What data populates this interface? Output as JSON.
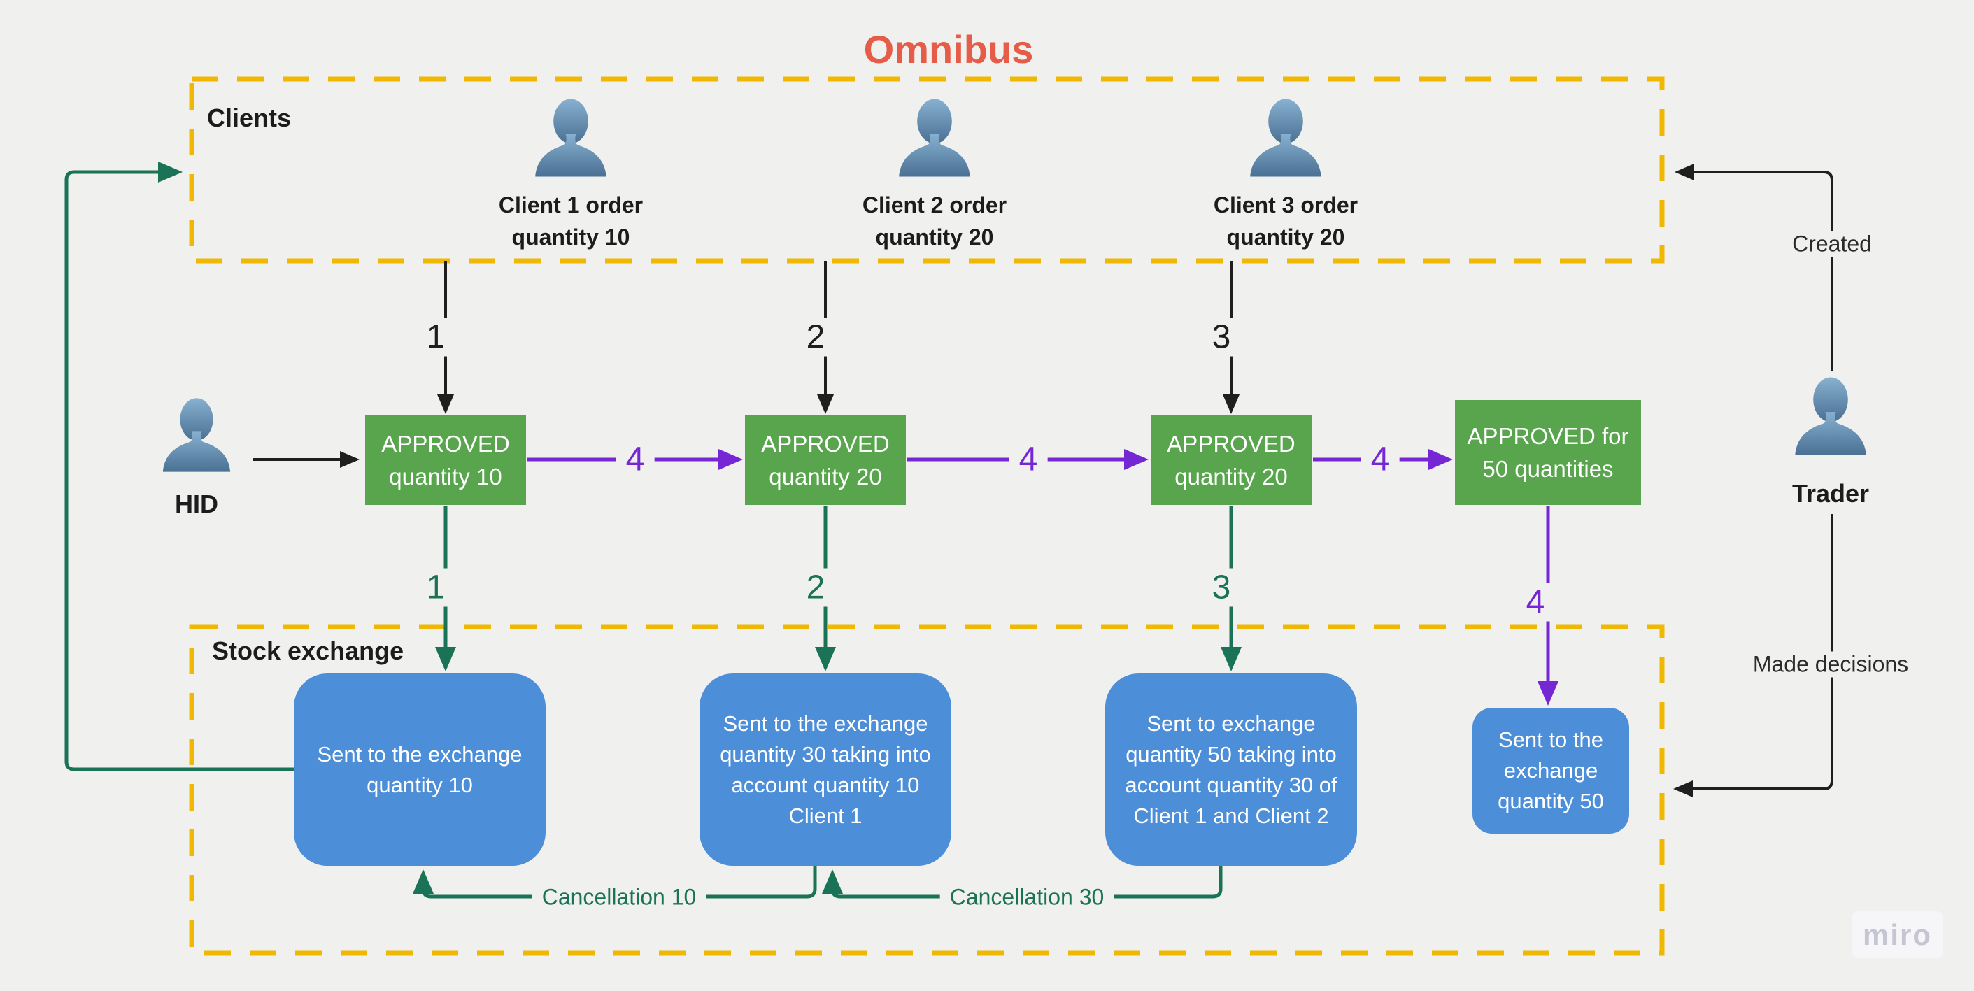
{
  "title": "Omnibus",
  "watermark": "miro",
  "colors": {
    "background": "#f0f0ef",
    "group_border_gold": "#f0b800",
    "approved_green": "#58a54e",
    "exchange_blue": "#4d8ed8",
    "flow_teal": "#1a7257",
    "flow_purple": "#7527d3",
    "flow_black": "#1f1f1f",
    "title_red": "#e55c49",
    "person_top": "#88b0d0",
    "person_bottom": "#4a7193"
  },
  "groups": {
    "clients": {
      "label": "Clients"
    },
    "stock_exchange": {
      "label": "Stock exchange"
    }
  },
  "actors": {
    "hid": {
      "label": "HID"
    },
    "trader": {
      "label": "Trader"
    }
  },
  "clients": [
    {
      "line1": "Client 1 order",
      "line2": "quantity 10"
    },
    {
      "line1": "Client 2 order",
      "line2": "quantity 20"
    },
    {
      "line1": "Client 3 order",
      "line2": "quantity 20"
    }
  ],
  "approved": [
    {
      "line1": "APPROVED",
      "line2": "quantity 10"
    },
    {
      "line1": "APPROVED",
      "line2": "quantity 20"
    },
    {
      "line1": "APPROVED",
      "line2": "quantity 20"
    },
    {
      "line1": "APPROVED for",
      "line2": "50 quantities"
    }
  ],
  "exchange": {
    "box1": {
      "line1": "Sent to the exchange",
      "line2": "quantity 10"
    },
    "box2": {
      "line1": "Sent to the exchange",
      "line2": "quantity 30 taking into",
      "line3": "account quantity 10",
      "line4": "Client 1"
    },
    "box3": {
      "line1": "Sent to exchange",
      "line2": "quantity 50 taking into",
      "line3": "account quantity 30 of",
      "line4": "Client 1 and Client 2"
    },
    "box4": {
      "line1": "Sent to the",
      "line2": "exchange",
      "line3": "quantity 50"
    }
  },
  "edge_labels": {
    "client_step_1": "1",
    "client_step_2": "2",
    "client_step_3": "3",
    "approve_step": "4",
    "send_step_1": "1",
    "send_step_2": "2",
    "send_step_3": "3",
    "send_step_4": "4",
    "cancellation_10": "Cancellation 10",
    "cancellation_30": "Cancellation 30",
    "created": "Created",
    "made_decisions": "Made decisions"
  }
}
